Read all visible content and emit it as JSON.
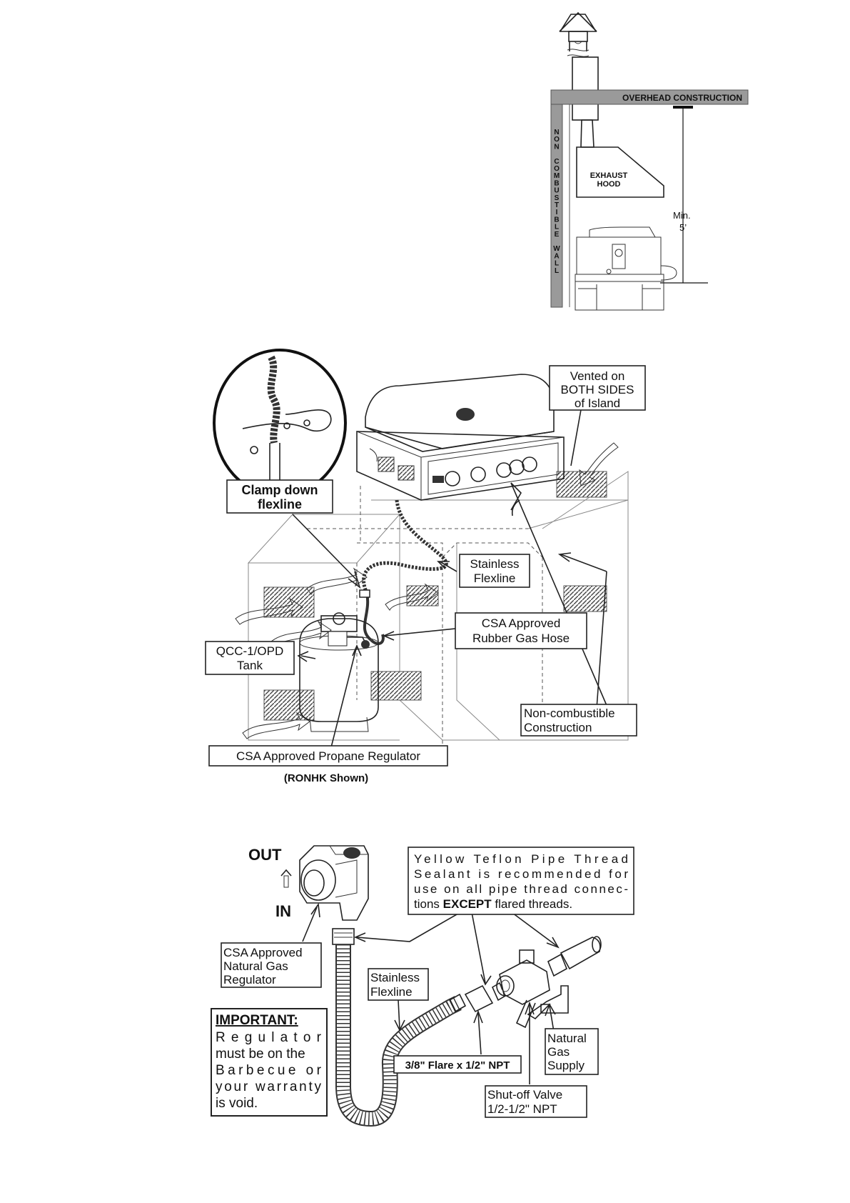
{
  "figure1": {
    "overhead": "OVERHEAD CONSTRUCTION",
    "wall_letters": [
      "N",
      "O",
      "N",
      "",
      "C",
      "O",
      "M",
      "B",
      "U",
      "S",
      "T",
      "I",
      "B",
      "L",
      "E",
      "",
      "W",
      "A",
      "L",
      "L"
    ],
    "hood_line1": "EXHAUST",
    "hood_line2": "HOOD",
    "min_line1": "Min.",
    "min_line2": "5’"
  },
  "figure2": {
    "vented": [
      "Vented on",
      "BOTH SIDES",
      "of Island"
    ],
    "clamp": [
      "Clamp down",
      "flexline"
    ],
    "stainless": [
      "Stainless",
      "Flexline"
    ],
    "rubber": [
      "CSA Approved",
      "Rubber Gas Hose"
    ],
    "tank": [
      "QCC-1/OPD",
      "Tank"
    ],
    "noncomb": [
      "Non-combustible",
      "Construction"
    ],
    "propane": "CSA Approved Propane Regulator",
    "caption": "(RONHK Shown)"
  },
  "figure3": {
    "out": "OUT",
    "in": "IN",
    "sealant": [
      "Yellow Teflon Pipe Thread",
      "Sealant is recommended for",
      "use on all pipe thread connec-",
      "tions ",
      "EXCEPT",
      " flared threads."
    ],
    "natreg": [
      "CSA Approved",
      "Natural Gas",
      "Regulator"
    ],
    "stainless": [
      "Stainless",
      "Flexline"
    ],
    "important_title": "IMPORTANT:",
    "important_body": [
      "R e g u l a t o r",
      "must be on the",
      "Barbecue      or",
      "your  warranty",
      "is void."
    ],
    "flare": "3/8\" Flare x 1/2\" NPT",
    "valve": [
      "Shut-off Valve",
      "1/2-1/2\" NPT"
    ],
    "supply": [
      "Natural",
      "Gas",
      "Supply"
    ]
  }
}
